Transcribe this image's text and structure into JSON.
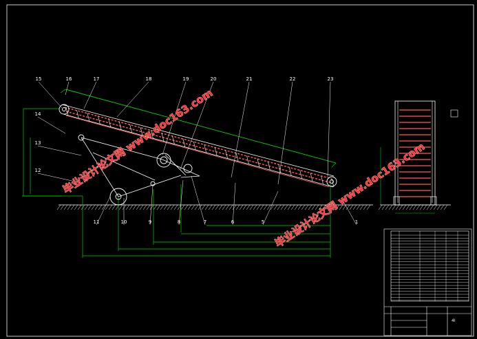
{
  "drawing": {
    "part_labels": [
      "15",
      "16",
      "17",
      "18",
      "19",
      "20",
      "21",
      "22",
      "23",
      "14",
      "13",
      "12",
      "11",
      "10",
      "9",
      "8",
      "7",
      "6",
      "5",
      "1"
    ],
    "watermark": "毕业设计论文网 www.doc163.com",
    "title_block": {
      "right_label": "4I"
    }
  },
  "colors": {
    "frame": "#ffffff",
    "belt": "#ff5a5a",
    "dimension": "#00d000",
    "leader": "#ffffff",
    "watermark": "#ff3030"
  }
}
